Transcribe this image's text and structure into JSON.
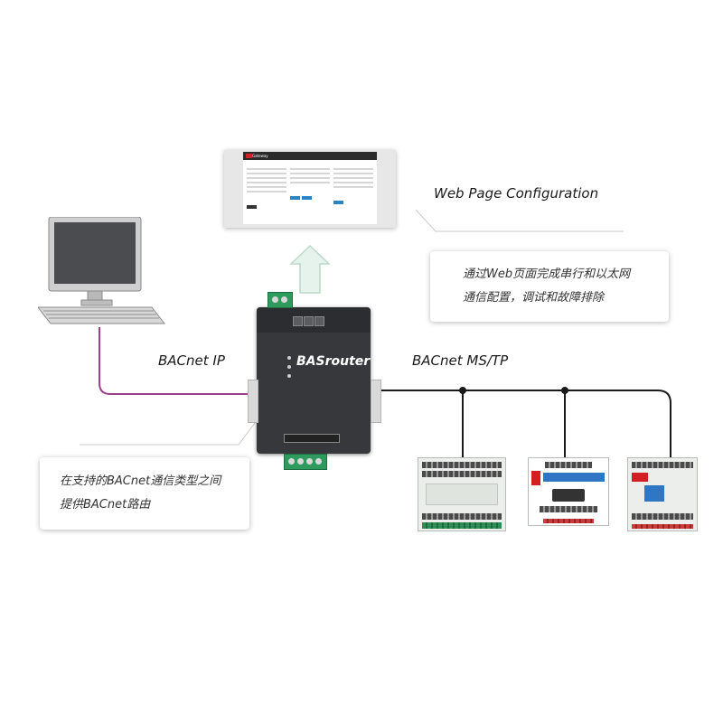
{
  "labels": {
    "web_config": "Web Page Configuration",
    "bacnet_ip": "BACnet  IP",
    "bacnet_mstp": "BACnet  MS/TP"
  },
  "notes": {
    "web_note_line1": "通过Web页面完成串行和以太网",
    "web_note_line2": "通信配置，调试和故障排除",
    "routing_note_line1": "在支持的BACnet通信类型之间",
    "routing_note_line2": "提供BACnet路由"
  },
  "device": {
    "brand": "BASrouter"
  },
  "webpage": {
    "title": "Gateway"
  },
  "colors": {
    "ip_line": "#9b3f86",
    "mstp_line": "#1a1a1a",
    "arrow_fill": "#e6f3ec",
    "arrow_stroke": "#bcd9c9",
    "device_body": "#37383c",
    "terminal_green": "#2e9a5e"
  }
}
